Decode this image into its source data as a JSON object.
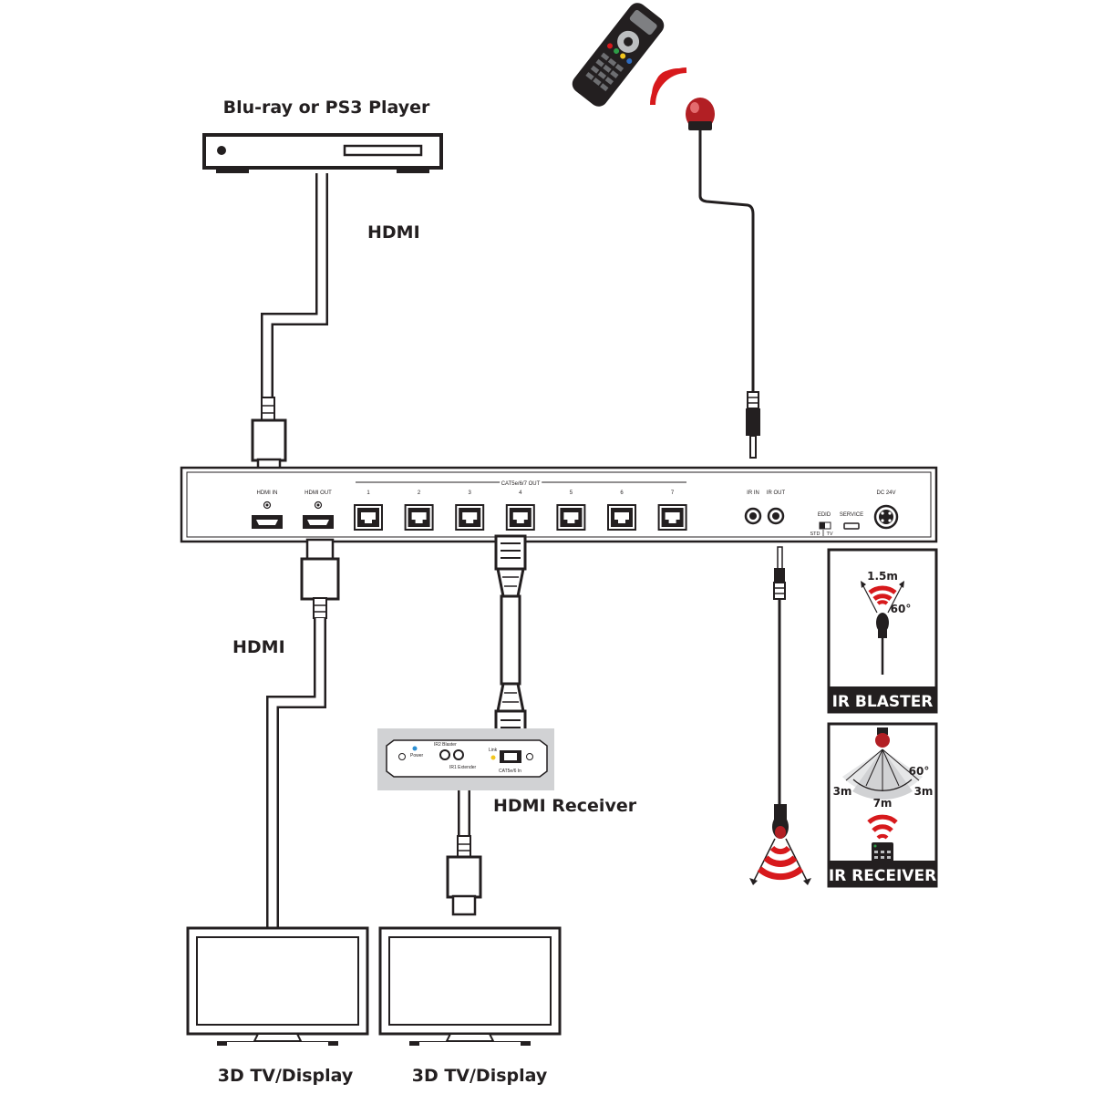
{
  "labels": {
    "source_player": "Blu-ray or PS3 Player",
    "hdmi_top": "HDMI",
    "hdmi_left": "HDMI",
    "hdmi_receiver": "HDMI Receiver",
    "tv_left": "3D TV/Display",
    "tv_right": "3D TV/Display"
  },
  "splitter_panel": {
    "hdmi_in": "HDMI IN",
    "hdmi_out": "HDMI OUT",
    "cat_out": "CAT5e/6/7 OUT",
    "ports": [
      "1",
      "2",
      "3",
      "4",
      "5",
      "6",
      "7"
    ],
    "ir_in": "IR IN",
    "ir_out": "IR OUT",
    "edid": "EDID",
    "edid_std": "STD",
    "edid_tv": "TV",
    "service": "SERVICE",
    "dc": "DC 24V"
  },
  "receiver_panel": {
    "power": "Power",
    "ir2_blaster": "IR2 Blaster",
    "ir1_extender": "IR1 Extender",
    "link": "Link",
    "cat_in": "CAT5e/6 In"
  },
  "ir_blaster_card": {
    "title": "IR BLASTER",
    "distance": "1.5m",
    "angle": "60°"
  },
  "ir_receiver_card": {
    "title": "IR RECEIVER",
    "angle": "60°",
    "left_distance": "3m",
    "right_distance": "3m",
    "center_distance": "7m"
  },
  "colors": {
    "ink": "#231f20",
    "ir_red": "#d7191c",
    "receiver_box": "#d1d2d4"
  }
}
